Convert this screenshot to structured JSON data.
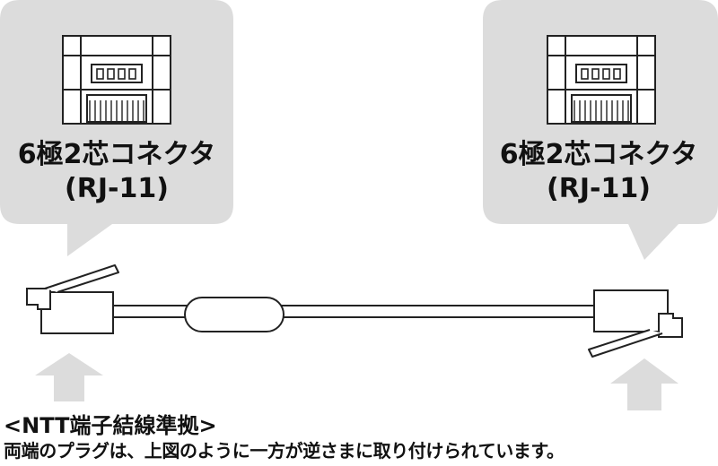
{
  "callouts": [
    {
      "name": "6極2芯コネクタ",
      "standard": "(RJ-11)"
    },
    {
      "name": "6極2芯コネクタ",
      "standard": "(RJ-11)"
    }
  ],
  "note": {
    "title": "<NTT端子結線準拠>",
    "body": "両端のプラグは、上図のように一方が逆さまに取り付けられています。"
  },
  "colors": {
    "callout_fill": "#dcdcdc",
    "arrow_fill": "#dcdcdc",
    "line": "#222222",
    "cable_fill": "#ffffff"
  },
  "icons": [
    "rj11-jack-icon",
    "rj11-jack-icon",
    "rj11-plug-icon",
    "rj11-plug-icon",
    "up-arrow-icon",
    "up-arrow-icon"
  ]
}
